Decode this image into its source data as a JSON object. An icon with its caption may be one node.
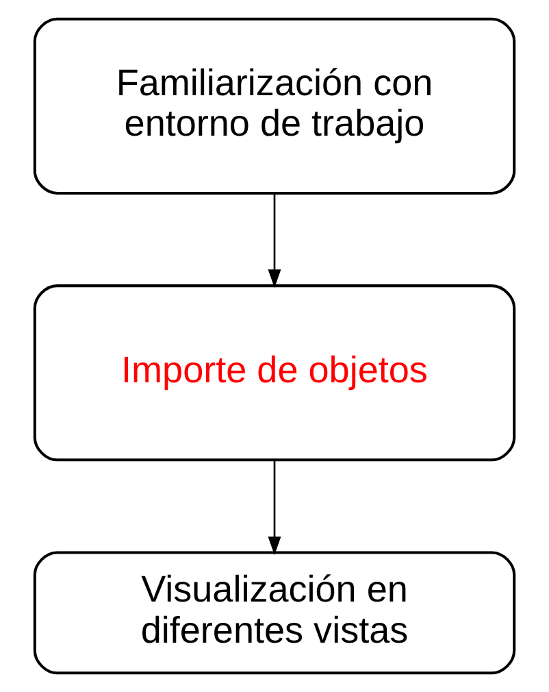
{
  "diagram": {
    "nodes": [
      {
        "text": [
          "Familiarización con entorno de trabajo"
        ]
      },
      {
        "text": [
          "Importe de objetos"
        ]
      },
      {
        "text": [
          "Visualización en diferentes vistas"
        ]
      }
    ],
    "edges": [
      {
        "from": 0,
        "to": 1,
        "arrow": "to"
      },
      {
        "from": 1,
        "to": 2,
        "arrow": "to"
      }
    ]
  }
}
